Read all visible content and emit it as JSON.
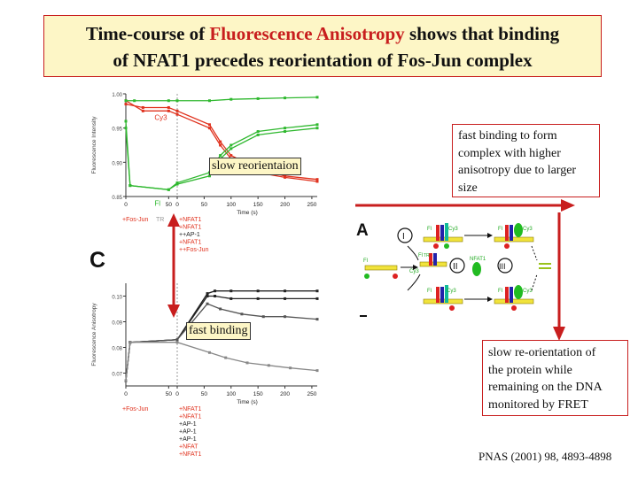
{
  "slide": {
    "title_pre": "Time-course of ",
    "title_highlight": "Fluorescence Anisotropy",
    "title_post": " shows that binding",
    "title_line2": "of NFAT1 precedes reorientation of Fos-Jun complex",
    "note_top": [
      "fast binding to form",
      "complex with higher",
      "anisotropy due to larger",
      "size"
    ],
    "note_bottom": [
      "slow re-orientation of",
      "the protein while",
      "remaining on the DNA",
      "monitored by FRET"
    ],
    "callout_top": "slow reorientaion",
    "callout_bottom": "fast binding",
    "citation": "PNAS (2001) 98, 4893-4898",
    "panel_letter_c": "C",
    "panel_letter_a": "A",
    "colors": {
      "accent_red": "#c81e1e",
      "title_bg": "#fdf6c6",
      "green": "#2fb82f",
      "red": "#e0321e"
    }
  },
  "chart_data": [
    {
      "type": "line",
      "ylabel": "Fluorescence Intensity",
      "xlabel": "Time (s)",
      "x_ticks": [
        0,
        50,
        0,
        50,
        100,
        150,
        200,
        250
      ],
      "y_ticks": [
        "1.00",
        "0.95",
        "0.90",
        "0.85"
      ],
      "ylim": [
        0.85,
        1.0
      ],
      "series": [
        {
          "name": "Cy3",
          "color": "#e0321e",
          "x": [
            0,
            20,
            50,
            55,
            60,
            80,
            100,
            150,
            200,
            260
          ],
          "y": [
            0.985,
            0.98,
            0.98,
            0.975,
            0.955,
            0.93,
            0.91,
            0.89,
            0.88,
            0.875
          ]
        },
        {
          "name": "",
          "color": "#e0321e",
          "x": [
            0,
            20,
            50,
            55,
            60,
            80,
            100,
            150,
            200,
            260
          ],
          "y": [
            0.99,
            0.975,
            0.975,
            0.97,
            0.95,
            0.925,
            0.905,
            0.885,
            0.878,
            0.872
          ]
        },
        {
          "name": "Fl",
          "color": "#2fb82f",
          "x": [
            0,
            5,
            50,
            55,
            60,
            80,
            100,
            150,
            200,
            260
          ],
          "y": [
            0.95,
            0.866,
            0.86,
            0.87,
            0.885,
            0.91,
            0.925,
            0.945,
            0.95,
            0.955
          ]
        },
        {
          "name": "",
          "color": "#2fb82f",
          "x": [
            0,
            5,
            50,
            55,
            60,
            80,
            100,
            150,
            200,
            260
          ],
          "y": [
            0.96,
            0.866,
            0.86,
            0.868,
            0.88,
            0.905,
            0.92,
            0.94,
            0.945,
            0.95
          ]
        },
        {
          "name": "",
          "color": "#2fb82f",
          "x": [
            0,
            10,
            50,
            55,
            60,
            100,
            150,
            200,
            260
          ],
          "y": [
            0.99,
            0.99,
            0.99,
            0.99,
            0.99,
            0.992,
            0.993,
            0.994,
            0.995
          ]
        }
      ],
      "additions_first": [
        "Fos-Jun",
        "TR"
      ],
      "additions_second": [
        "NFAT1",
        "NFAT1",
        "+AP-1",
        "NFAT1",
        "+Fos-Jun"
      ]
    },
    {
      "type": "line",
      "ylabel": "Fluorescence Anisotropy",
      "xlabel": "Time (s)",
      "x_ticks": [
        0,
        50,
        0,
        50,
        100,
        150,
        200,
        250
      ],
      "y_ticks": [
        "0.10",
        "0.09",
        "0.08",
        "0.07"
      ],
      "ylim": [
        0.065,
        0.105
      ],
      "series": [
        {
          "name": "",
          "color": "#222222",
          "x": [
            0,
            5,
            55,
            56,
            70,
            100,
            150,
            200,
            260
          ],
          "y": [
            0.067,
            0.082,
            0.083,
            0.101,
            0.102,
            0.102,
            0.102,
            0.102,
            0.102
          ]
        },
        {
          "name": "",
          "color": "#222222",
          "x": [
            0,
            5,
            55,
            56,
            70,
            100,
            150,
            200,
            260
          ],
          "y": [
            0.067,
            0.082,
            0.083,
            0.1,
            0.1,
            0.099,
            0.099,
            0.099,
            0.099
          ]
        },
        {
          "name": "",
          "color": "#555555",
          "x": [
            0,
            5,
            55,
            56,
            80,
            120,
            160,
            200,
            260
          ],
          "y": [
            0.067,
            0.082,
            0.083,
            0.097,
            0.095,
            0.093,
            0.092,
            0.092,
            0.091
          ]
        },
        {
          "name": "",
          "color": "#888888",
          "x": [
            0,
            5,
            55,
            60,
            90,
            130,
            170,
            210,
            260
          ],
          "y": [
            0.067,
            0.082,
            0.082,
            0.078,
            0.076,
            0.074,
            0.073,
            0.072,
            0.071
          ]
        }
      ],
      "additions_first": [
        "Fos-Jun"
      ],
      "additions_second": [
        "NFAT1",
        "NFAT1",
        "AP-1",
        "AP-1",
        "AP-1",
        "NFAT",
        "NFAT1"
      ]
    }
  ],
  "diagram": {
    "labels": {
      "fl": "Fl",
      "cy3": "Cy3",
      "tr": "TR",
      "nfat": "NFAT1",
      "state_one": "I",
      "state_two": "II",
      "state_three": "III"
    }
  }
}
